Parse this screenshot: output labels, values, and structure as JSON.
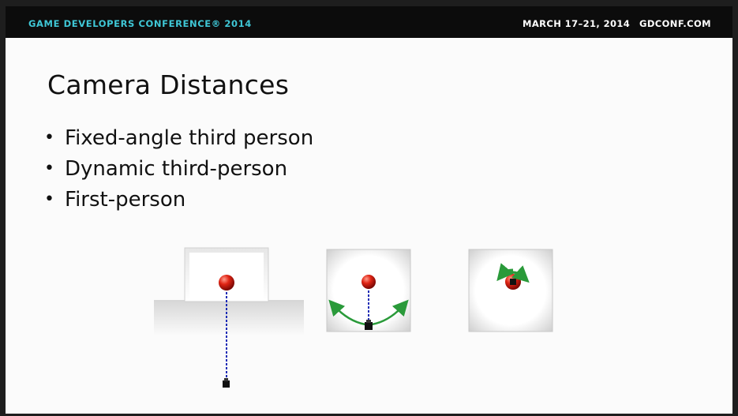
{
  "header": {
    "conference": "GAME DEVELOPERS CONFERENCE® 2014",
    "dates": "MARCH 17–21, 2014",
    "site": "GDCONF.COM",
    "accent_color": "#3fc7d6"
  },
  "slide": {
    "title": "Camera Distances",
    "bullets": [
      "Fixed-angle third person",
      "Dynamic third-person",
      "First-person"
    ]
  },
  "diagrams": [
    {
      "kind": "fixed-angle-third-person",
      "icons": [
        "ball-icon",
        "camera-icon",
        "sight-line"
      ]
    },
    {
      "kind": "dynamic-third-person",
      "icons": [
        "ball-icon",
        "camera-icon",
        "orbit-arrows"
      ]
    },
    {
      "kind": "first-person",
      "icons": [
        "ball-icon",
        "camera-icon",
        "rotate-arrow"
      ]
    }
  ],
  "colors": {
    "ball": "#d21a10",
    "arrow": "#2a9a3a",
    "sight_line": "#1c2bb5"
  }
}
